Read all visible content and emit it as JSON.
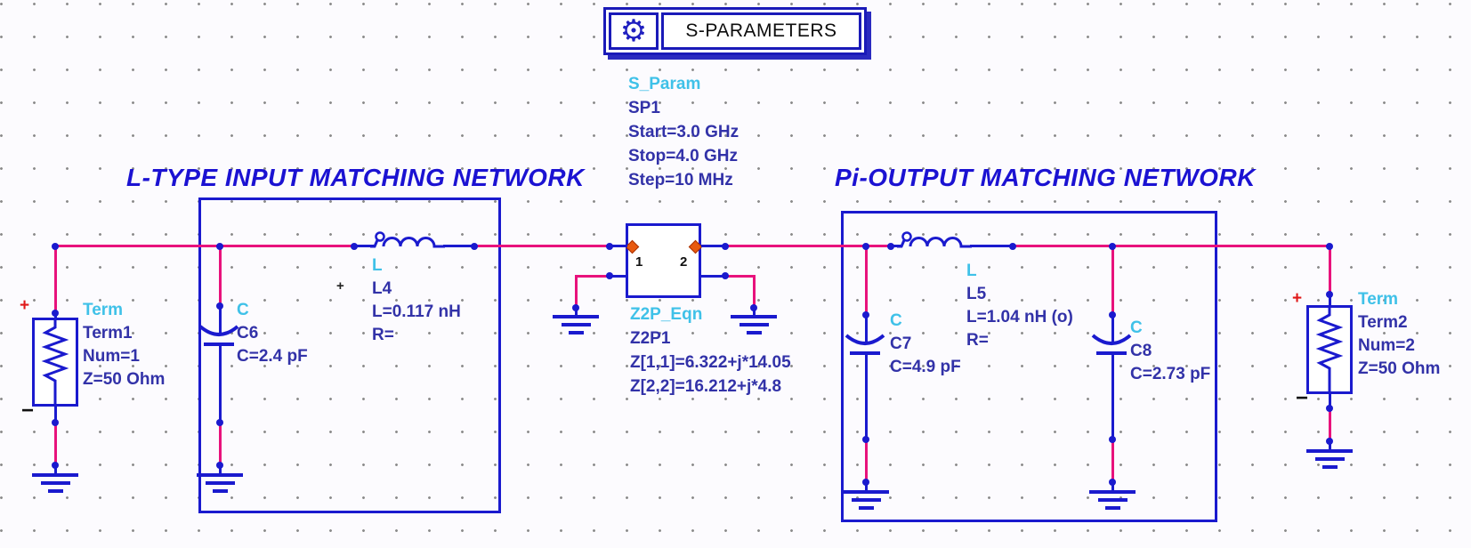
{
  "header": {
    "title": "S-PARAMETERS",
    "icon": "gear-icon",
    "icon_glyph": "⚙"
  },
  "simulation": {
    "type": "S_Param",
    "name": "SP1",
    "start": "Start=3.0 GHz",
    "stop": "Stop=4.0 GHz",
    "step": "Step=10 MHz"
  },
  "sections": {
    "input_title": "L-TYPE INPUT MATCHING NETWORK",
    "output_title": "Pi-OUTPUT MATCHING NETWORK"
  },
  "components": {
    "term1": {
      "type": "Term",
      "name": "Term1",
      "p1": "Num=1",
      "p2": "Z=50 Ohm",
      "plus": "+",
      "minus": "−"
    },
    "c6": {
      "type": "C",
      "name": "C6",
      "p1": "C=2.4 pF"
    },
    "l4": {
      "type": "L",
      "name": "L4",
      "p1": "L=0.117 nH",
      "p2": "R="
    },
    "z2p1": {
      "type": "Z2P_Eqn",
      "name": "Z2P1",
      "p1": "Z[1,1]=6.322+j*14.05",
      "p2": "Z[2,2]=16.212+j*4.8",
      "port1": "1",
      "port2": "2"
    },
    "c7": {
      "type": "C",
      "name": "C7",
      "p1": "C=4.9 pF"
    },
    "l5": {
      "type": "L",
      "name": "L5",
      "p1": "L=1.04 nH (o)",
      "p2": "R="
    },
    "c8": {
      "type": "C",
      "name": "C8",
      "p1": "C=2.73 pF"
    },
    "term2": {
      "type": "Term",
      "name": "Term2",
      "p1": "Num=2",
      "p2": "Z=50 Ohm",
      "plus": "+",
      "minus": "−"
    }
  },
  "marks": {
    "anchor": "+"
  },
  "colors": {
    "wire": "#e8127c",
    "component": "#1a1ace",
    "type_label": "#3fc1e8",
    "value_text": "#3232a8",
    "title": "#1b12d2",
    "port": "#e8590f",
    "header_border": "#1a1ab8"
  }
}
